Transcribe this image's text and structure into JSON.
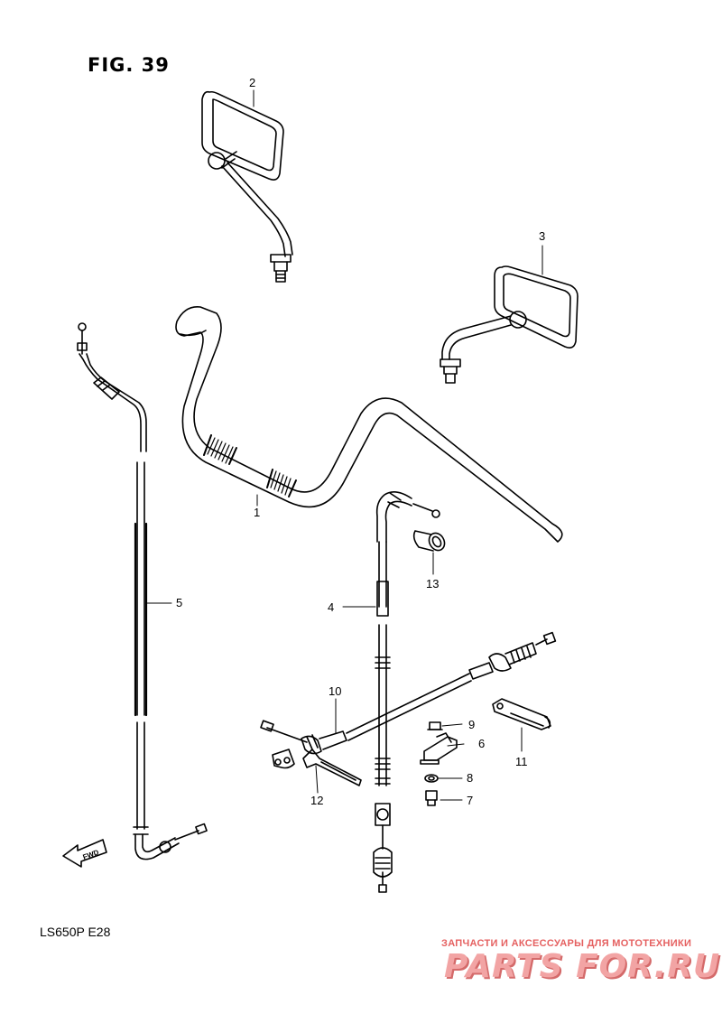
{
  "figure": {
    "title": "FIG. 39",
    "model": "LS650P  E28"
  },
  "watermark": {
    "text": "ЗАПЧАСТИ И АКСЕССУАРЫ ДЛЯ МОТОТЕХНИКИ",
    "logo": "PARTS FOR.RU",
    "color": "#e56060"
  },
  "fwd_label": "FWD",
  "callouts": {
    "c1": "1",
    "c2": "2",
    "c3": "3",
    "c4": "4",
    "c5": "5",
    "c6": "6",
    "c7": "7",
    "c8": "8",
    "c9": "9",
    "c10": "10",
    "c11": "11",
    "c12": "12",
    "c13": "13"
  },
  "parts": [
    {
      "ref": "1",
      "name": "handlebar"
    },
    {
      "ref": "2",
      "name": "mirror-left"
    },
    {
      "ref": "3",
      "name": "mirror-right"
    },
    {
      "ref": "4",
      "name": "clutch-cable"
    },
    {
      "ref": "5",
      "name": "throttle-cable"
    },
    {
      "ref": "6",
      "name": "bracket"
    },
    {
      "ref": "7",
      "name": "bolt"
    },
    {
      "ref": "8",
      "name": "washer"
    },
    {
      "ref": "9",
      "name": "nut"
    },
    {
      "ref": "10",
      "name": "cable"
    },
    {
      "ref": "11",
      "name": "clamp"
    },
    {
      "ref": "12",
      "name": "cable-tie"
    },
    {
      "ref": "13",
      "name": "grommet"
    }
  ]
}
